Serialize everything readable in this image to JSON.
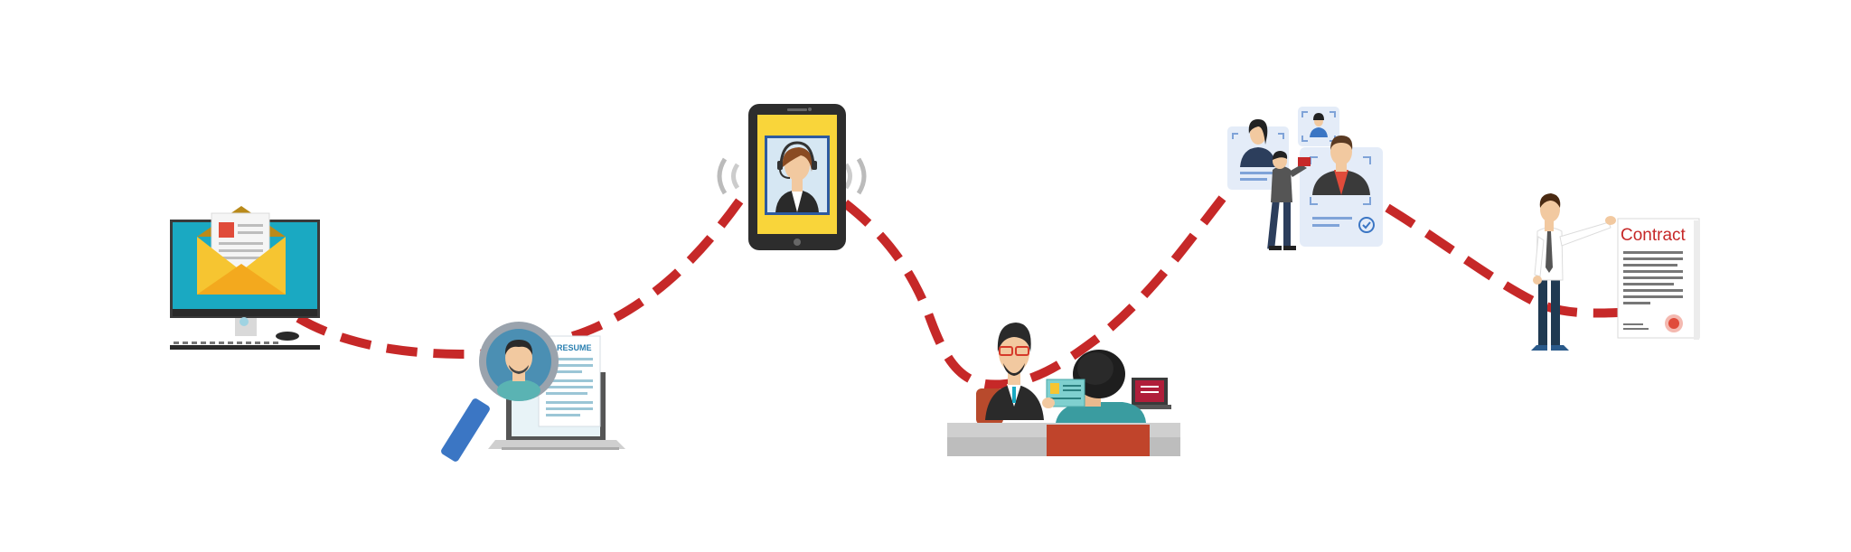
{
  "labels": {
    "resume": "RESUME",
    "contract": "Contract"
  },
  "steps": [
    {
      "id": "application-email"
    },
    {
      "id": "resume-screening"
    },
    {
      "id": "phone-interview"
    },
    {
      "id": "in-person-interview"
    },
    {
      "id": "candidate-selection"
    },
    {
      "id": "job-offer-contract"
    }
  ],
  "colors": {
    "path": "#c62828",
    "screen": "#1aa9c2",
    "envelope": "#f6b81f",
    "phone_screen": "#f9d53a",
    "skin": "#f2c9a0",
    "hair": "#1e1e1e",
    "suit": "#2a2a2a",
    "magnifier": "#3b76c4",
    "card": "#e4ecf8",
    "desk": "#cfcfcf",
    "chair": "#c0442b",
    "contract_text": "#c62828"
  },
  "icons": [
    "computer-icon",
    "envelope-icon",
    "magnifier-icon",
    "laptop-icon",
    "phone-icon",
    "headset-icon",
    "interview-desk-icon",
    "id-card-icon",
    "profile-card-icon",
    "checkmark-icon",
    "contract-icon",
    "seal-icon"
  ]
}
